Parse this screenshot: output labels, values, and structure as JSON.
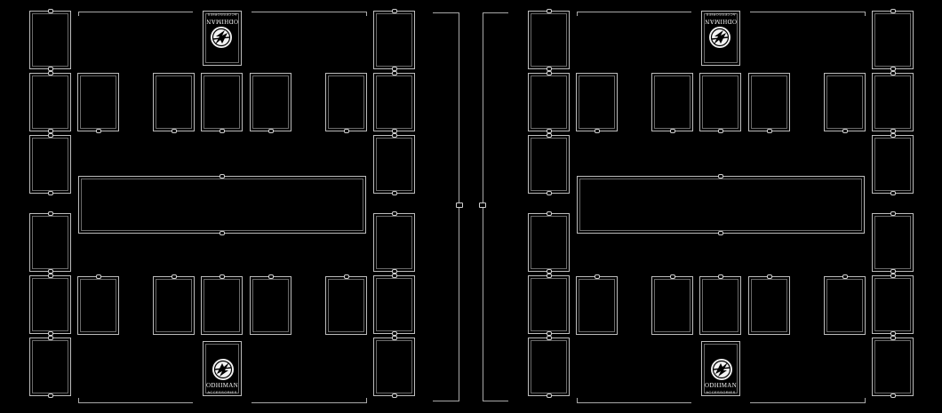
{
  "playmat": {
    "halves": [
      {
        "name": "left",
        "logo_top": {
          "brand": "ODHIMAN",
          "sub": "ACCESSORIES"
        },
        "logo_bottom": {
          "brand": "ODHIMAN",
          "sub": "ACCESSORIES"
        }
      },
      {
        "name": "right",
        "logo_top": {
          "brand": "ODHIMAN",
          "sub": "ACCESSORIES"
        },
        "logo_bottom": {
          "brand": "ODHIMAN",
          "sub": "ACCESSORIES"
        }
      }
    ]
  },
  "colors": {
    "background": "#000000",
    "outline": "#bdbdbd"
  }
}
